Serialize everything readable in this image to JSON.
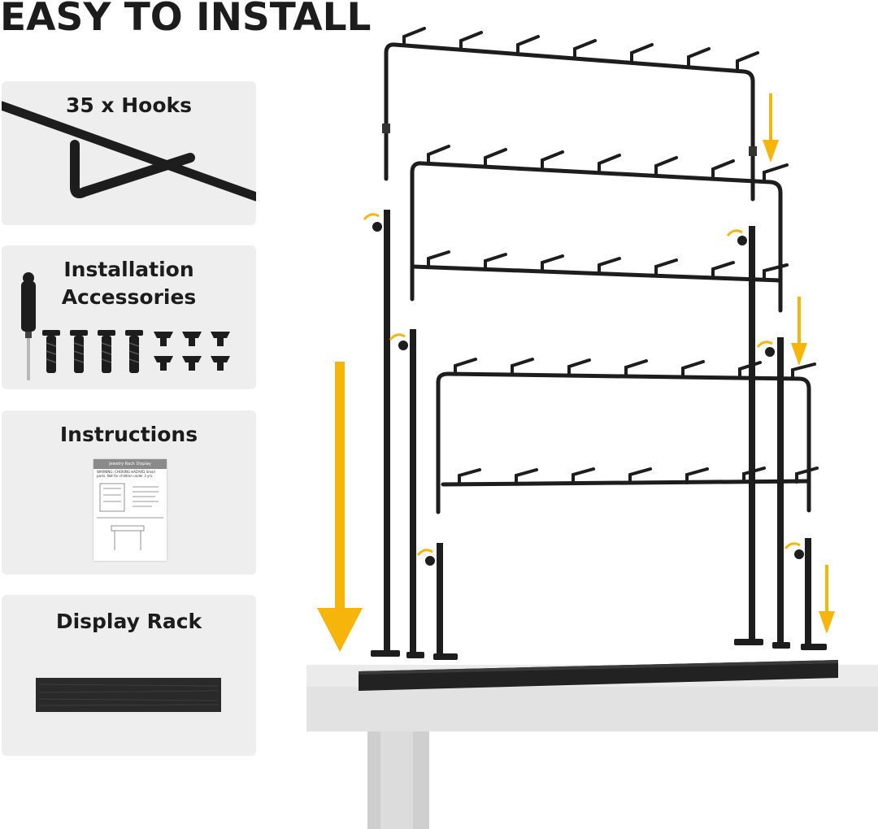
{
  "headline": "EASY TO INSTALL",
  "cards": {
    "hooks": {
      "title": "35 x Hooks"
    },
    "accessories": {
      "title_line1": "Installation",
      "title_line2": "Accessories"
    },
    "instructions": {
      "title": "Instructions",
      "doc_title": "Jewelry Rack Display",
      "doc_warning": "WARNING: CHOKING HAZARD Small parts. Not for children under 3 yrs."
    },
    "rack": {
      "title": "Display Rack"
    }
  },
  "colors": {
    "accent_arrow": "#f5b50a",
    "metal": "#1d1d1d",
    "card_bg": "#eeeeee",
    "table": "#eaeaea",
    "wood_base": "#2a2a2a"
  },
  "icons": [
    "hook-icon",
    "screwdriver-icon",
    "screw-icon",
    "knob-icon",
    "instruction-sheet-icon",
    "wood-base-icon",
    "arrow-down-icon",
    "rotate-arrow-icon"
  ]
}
